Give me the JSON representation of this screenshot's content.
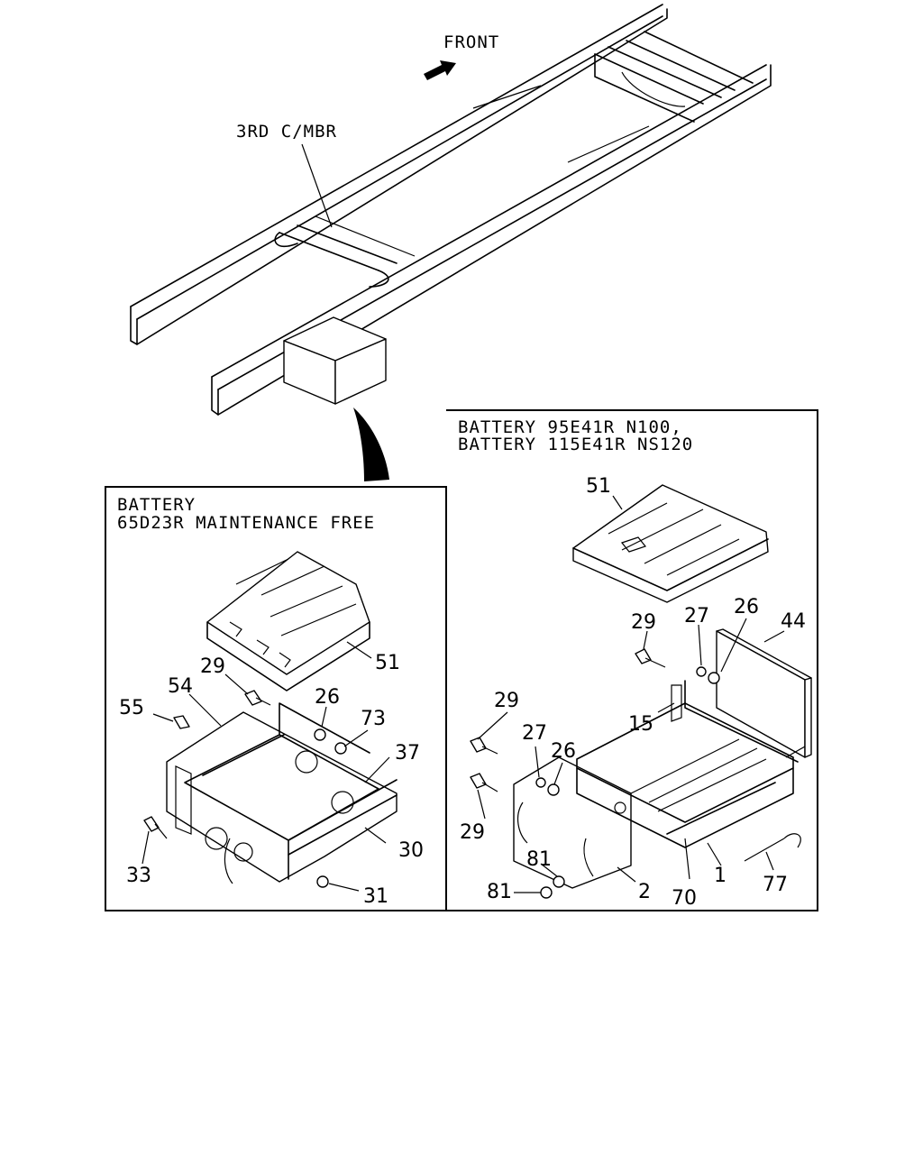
{
  "overview": {
    "front_label": "FRONT",
    "crossmember_label": "3RD C/MBR"
  },
  "panel_left": {
    "title_line1": "BATTERY",
    "title_line2": "65D23R MAINTENANCE FREE",
    "callouts": {
      "c51": "51",
      "c29": "29",
      "c54": "54",
      "c55": "55",
      "c26": "26",
      "c73": "73",
      "c37": "37",
      "c30": "30",
      "c31": "31",
      "c33": "33"
    }
  },
  "panel_right": {
    "title_line1": "BATTERY 95E41R N100,",
    "title_line2": "BATTERY 115E41R NS120",
    "callouts": {
      "c51": "51",
      "c29a": "29",
      "c27a": "27",
      "c26a": "26",
      "c44": "44",
      "c15": "15",
      "c29b": "29",
      "c27b": "27",
      "c26b": "26",
      "c29c": "29",
      "c81a": "81",
      "c81b": "81",
      "c2": "2",
      "c70": "70",
      "c1": "1",
      "c77": "77"
    }
  }
}
